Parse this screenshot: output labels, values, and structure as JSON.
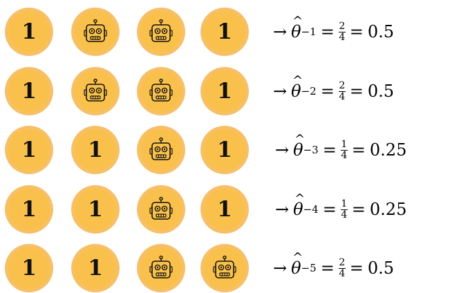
{
  "palette": {
    "coin_ring": "#f7c067",
    "coin_face": "#f9c14b",
    "glyph": "#111111"
  },
  "coin_value": "1",
  "robot_icon": "robot-icon",
  "rows": [
    {
      "coins": [
        "1",
        "robot",
        "robot",
        "1"
      ],
      "arrow": "→",
      "theta": "θ",
      "hat": "^",
      "sub": "−1",
      "num": "2",
      "den": "4",
      "eq1": "=",
      "eq2": "=",
      "result": "0.5"
    },
    {
      "coins": [
        "1",
        "robot",
        "robot",
        "1"
      ],
      "arrow": "→",
      "theta": "θ",
      "hat": "^",
      "sub": "−2",
      "num": "2",
      "den": "4",
      "eq1": "=",
      "eq2": "=",
      "result": "0.5"
    },
    {
      "coins": [
        "1",
        "1",
        "robot",
        "1"
      ],
      "arrow": "→",
      "theta": "θ",
      "hat": "^",
      "sub": "−3",
      "num": "1",
      "den": "4",
      "eq1": "=",
      "eq2": "=",
      "result": "0.25"
    },
    {
      "coins": [
        "1",
        "1",
        "robot",
        "1"
      ],
      "arrow": "→",
      "theta": "θ",
      "hat": "^",
      "sub": "−4",
      "num": "1",
      "den": "4",
      "eq1": "=",
      "eq2": "=",
      "result": "0.25"
    },
    {
      "coins": [
        "1",
        "1",
        "robot",
        "robot"
      ],
      "arrow": "→",
      "theta": "θ",
      "hat": "^",
      "sub": "−5",
      "num": "2",
      "den": "4",
      "eq1": "=",
      "eq2": "=",
      "result": "0.5"
    }
  ]
}
